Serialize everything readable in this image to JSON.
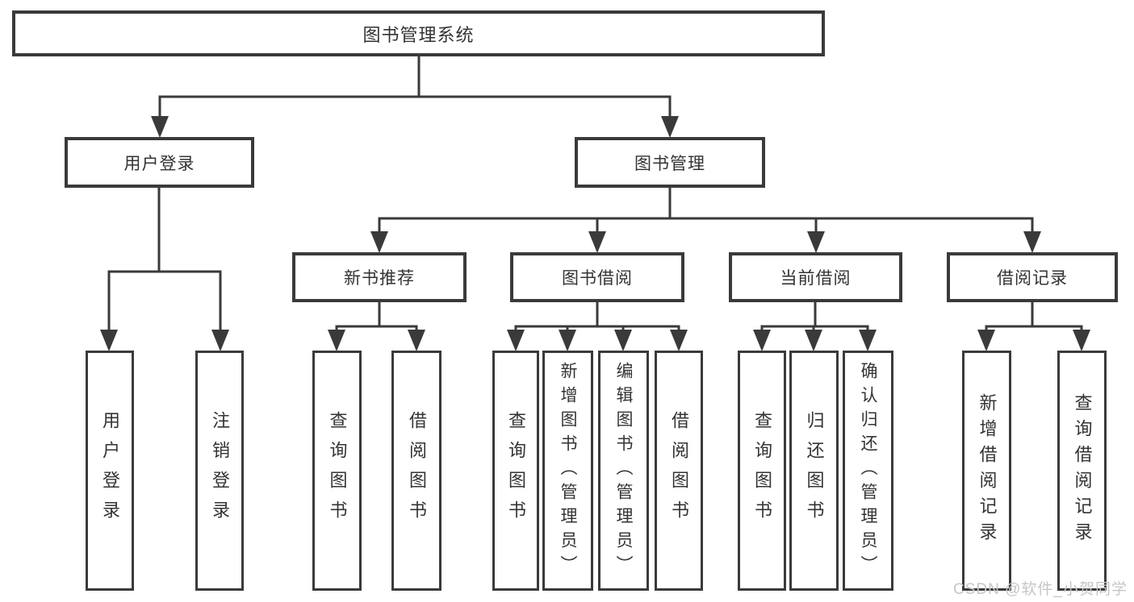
{
  "tree": {
    "root": "图书管理系统",
    "branches": [
      {
        "label": "用户登录",
        "children": [
          {
            "label": "用户登录"
          },
          {
            "label": "注销登录"
          }
        ]
      },
      {
        "label": "图书管理",
        "children": [
          {
            "label": "新书推荐",
            "children": [
              {
                "label": "查询图书"
              },
              {
                "label": "借阅图书"
              }
            ]
          },
          {
            "label": "图书借阅",
            "children": [
              {
                "label": "查询图书"
              },
              {
                "label": "新增图书（管理员）"
              },
              {
                "label": "编辑图书（管理员）"
              },
              {
                "label": "借阅图书"
              }
            ]
          },
          {
            "label": "当前借阅",
            "children": [
              {
                "label": "查询图书"
              },
              {
                "label": "归还图书"
              },
              {
                "label": "确认归还（管理员）"
              }
            ]
          },
          {
            "label": "借阅记录",
            "children": [
              {
                "label": "新增借阅记录"
              },
              {
                "label": "查询借阅记录"
              }
            ]
          }
        ]
      }
    ]
  },
  "watermark": "CSDN @软件_小贺同学",
  "colors": {
    "line": "#3a3a3a",
    "text": "#333333",
    "box_fill": "#ffffff",
    "background": "#ffffff",
    "watermark": "#c6c6c6"
  }
}
